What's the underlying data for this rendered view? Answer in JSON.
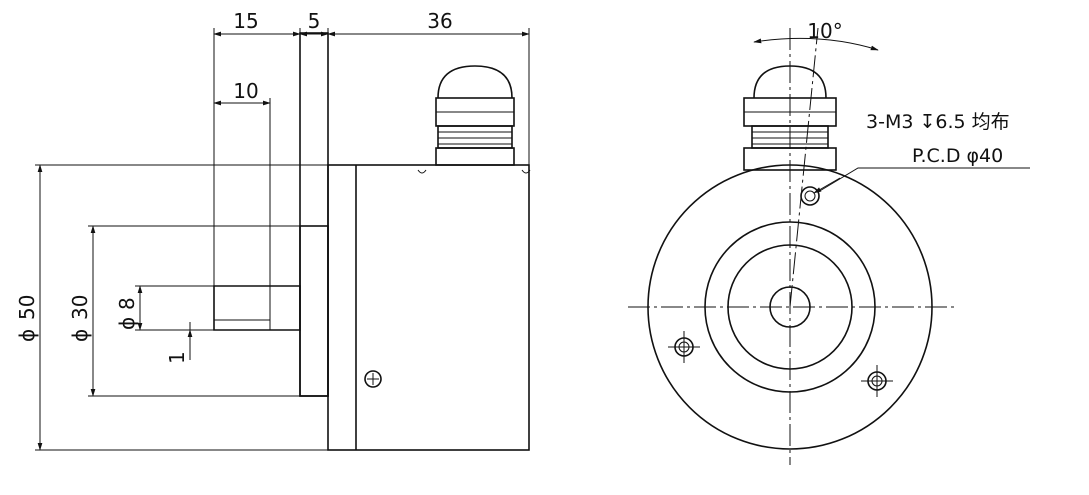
{
  "dimensions": {
    "d15": "15",
    "d5": "5",
    "d36": "36",
    "d10": "10",
    "d50": "50",
    "d30": "30",
    "d8": "8",
    "d1": "1",
    "phi_symbol": "ϕ"
  },
  "front_view": {
    "angle": "10°",
    "hole_note": "3-M3 ↧6.5 均布",
    "pcd_note": "P.C.D φ40"
  }
}
